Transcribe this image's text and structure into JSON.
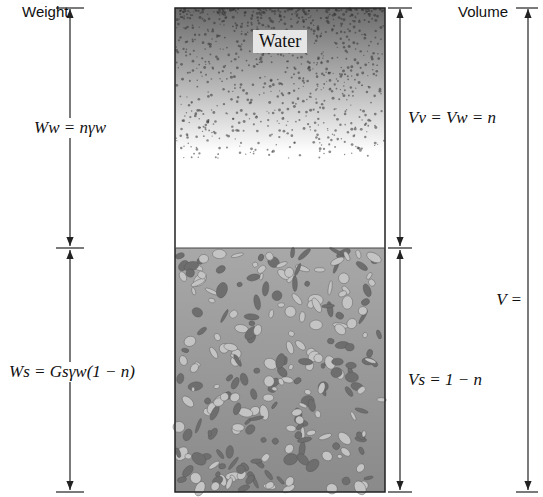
{
  "diagram": {
    "nodes": [
      {
        "text": [
          "Water"
        ]
      }
    ],
    "labels": [
      "Weight",
      "Volume",
      "Ww = nγw",
      "V =",
      "Vv = Vw = n",
      "Ws = Gsγw(1 − n)",
      "Vs = 1 − n"
    ]
  }
}
